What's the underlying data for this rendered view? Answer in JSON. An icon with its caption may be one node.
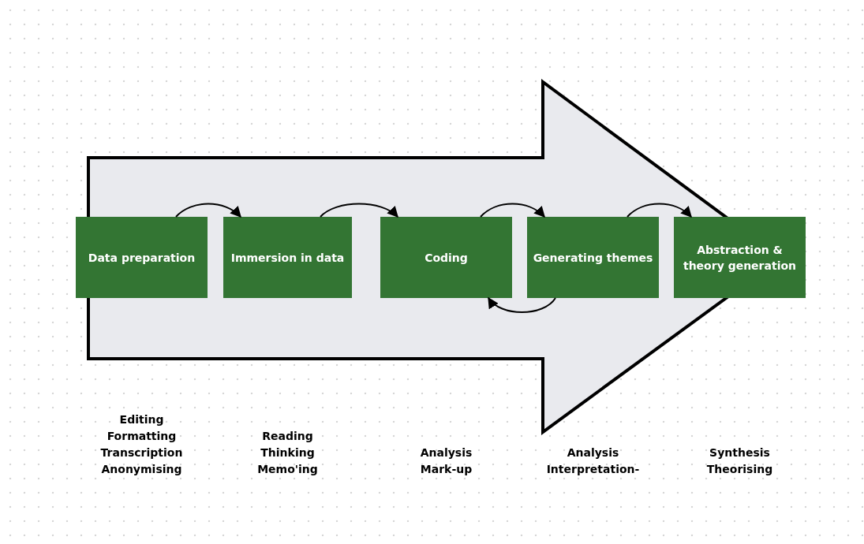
{
  "diagram": {
    "nodes": [
      {
        "text": [
          "Data preparation"
        ],
        "beside": [
          "Editing",
          "Formatting",
          "Transcription",
          "Anonymising"
        ]
      },
      {
        "text": [
          "Immersion in data"
        ],
        "beside": [
          "Reading",
          "Thinking",
          "Memo'ing"
        ]
      },
      {
        "text": [
          "Coding"
        ],
        "beside": [
          "Analysis",
          "Mark-up"
        ]
      },
      {
        "text": [
          "Generating themes"
        ],
        "beside": [
          "Analysis",
          "Interpretation-"
        ]
      },
      {
        "text": [
          "Abstraction & theory generation"
        ],
        "beside": [
          "Synthesis",
          "Theorising"
        ]
      }
    ],
    "edges": [
      {
        "from": 0,
        "to": 1,
        "arrow": "to"
      },
      {
        "from": 1,
        "to": 2,
        "arrow": "to"
      },
      {
        "from": 2,
        "to": 3,
        "arrow": "to"
      },
      {
        "from": 3,
        "to": 2,
        "arrow": "to"
      },
      {
        "from": 3,
        "to": 4,
        "arrow": "to"
      },
      {
        "from": 0,
        "to": 4,
        "arrow": "to",
        "style": "thick"
      }
    ]
  }
}
